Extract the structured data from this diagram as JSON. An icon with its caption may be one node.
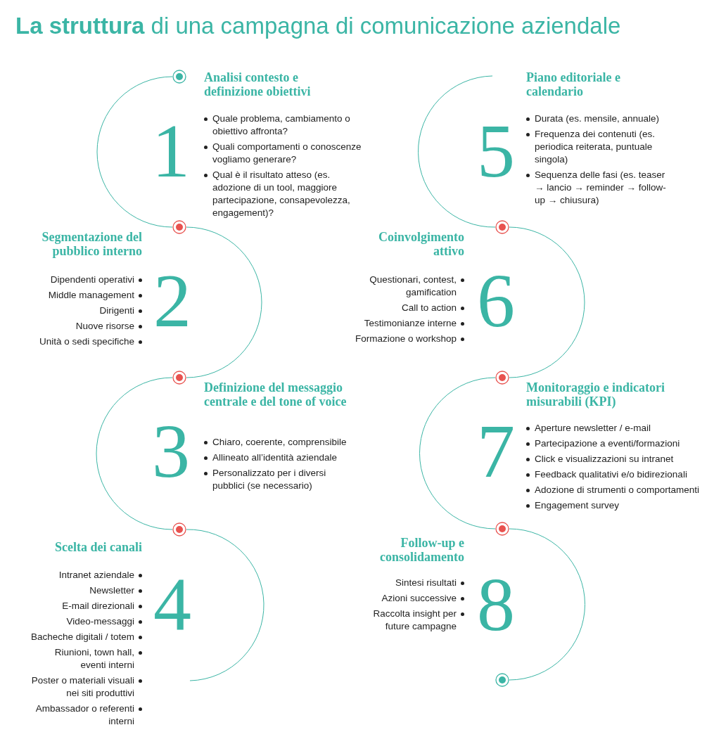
{
  "diagram": {
    "title": "**La struttura** di una campagna di comunicazione aziendale",
    "nodes": [
      {
        "text": [],
        "shape": "circle"
      },
      {
        "text": [
          "Analisi contesto e definizione obiettivi",
          "Quale problema, cambiamento o obiettivo affronta?",
          "Quali comportamenti o conoscenze vogliamo generare?",
          "Qual è il risultato atteso (es. adozione di un tool, maggiore partecipazione, consapevolezza, engagement)?"
        ],
        "beside": [
          "1"
        ]
      },
      {
        "text": [],
        "shape": "circle"
      },
      {
        "text": [
          "Segmentazione del pubblico interno",
          "Dipendenti operativi",
          "Middle management",
          "Dirigenti",
          "Nuove risorse",
          "Unità o sedi specifiche"
        ],
        "beside": [
          "2"
        ]
      },
      {
        "text": [],
        "shape": "circle"
      },
      {
        "text": [
          "Definizione del messaggio centrale e del tone of voice",
          "Chiaro, coerente, comprensibile",
          "Allineato all’identità aziendale",
          "Personalizzato per i diversi pubblici (se necessario)"
        ],
        "beside": [
          "3"
        ]
      },
      {
        "text": [],
        "shape": "circle"
      },
      {
        "text": [
          "Scelta dei canali",
          "Intranet aziendale",
          "Newsletter",
          "E-mail direzionali",
          "Video-messaggi",
          "Bacheche digitali / totem",
          "Riunioni, town hall, eventi interni",
          "Poster o materiali visuali nei siti produttivi",
          "Ambassador o referenti interni"
        ],
        "beside": [
          "4"
        ]
      },
      {
        "text": [
          "Piano editoriale e calendario",
          "Durata (es. mensile, annuale)",
          "Frequenza dei contenuti (es. periodica reiterata, puntuale singola)",
          "Sequenza delle fasi (es. teaser → lancio → reminder → follow-up → chiusura)"
        ],
        "beside": [
          "5"
        ]
      },
      {
        "text": [],
        "shape": "circle"
      },
      {
        "text": [
          "Coinvolgimento attivo",
          "Questionari, contest, gamification",
          "Call to action",
          "Testimonianze interne",
          "Formazione o workshop"
        ],
        "beside": [
          "6"
        ]
      },
      {
        "text": [],
        "shape": "circle"
      },
      {
        "text": [
          "Monitoraggio e indicatori misurabili (KPI)",
          "Aperture newsletter / e-mail",
          "Partecipazione a eventi/formazioni",
          "Click e visualizzazioni su intranet",
          "Feedback qualitativi e/o bidirezionali",
          "Adozione di strumenti o comportamenti",
          "Engagement survey"
        ],
        "beside": [
          "7"
        ]
      },
      {
        "text": [],
        "shape": "circle"
      },
      {
        "text": [
          "Follow-up e consolidamento",
          "Sintesi risultati",
          "Azioni successive",
          "Raccolta insight per future campagne"
        ],
        "beside": [
          "8"
        ]
      },
      {
        "text": [],
        "shape": "circle"
      }
    ],
    "edges": [
      {
        "from": 0,
        "to": 2,
        "arrow": "none"
      },
      {
        "from": 2,
        "to": 4,
        "arrow": "none"
      },
      {
        "from": 4,
        "to": 6,
        "arrow": "none"
      },
      {
        "from": 6,
        "to": null,
        "arrow": "none"
      },
      {
        "from": null,
        "to": 9,
        "arrow": "none"
      },
      {
        "from": 9,
        "to": 11,
        "arrow": "none"
      },
      {
        "from": 11,
        "to": 13,
        "arrow": "none"
      },
      {
        "from": 13,
        "to": 15,
        "arrow": "none"
      }
    ]
  }
}
